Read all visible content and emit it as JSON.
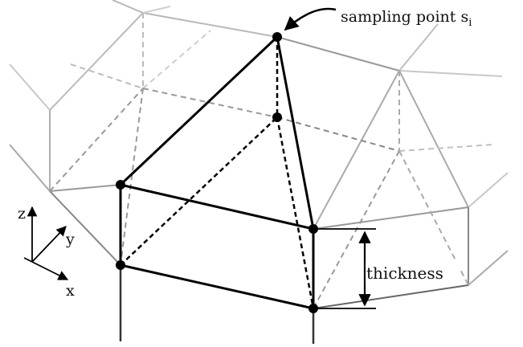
{
  "annotations": {
    "sampling_point": "sampling point s",
    "sampling_point_subscript": "i",
    "thickness": "thickness"
  },
  "axes": {
    "z": "z",
    "y": "y",
    "x": "x"
  },
  "colors": {
    "primary": "#000000",
    "mid_gray": "#777777",
    "light_gray": "#aaaaaa",
    "background": "#ffffff"
  }
}
